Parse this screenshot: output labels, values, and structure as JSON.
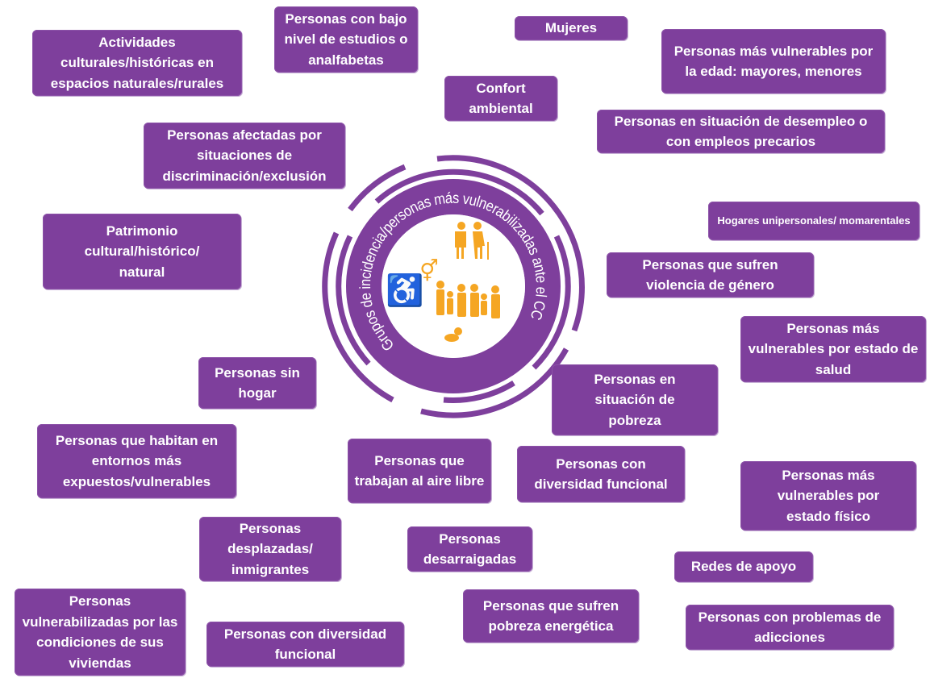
{
  "center": {
    "title": "Grupos de incidencia/personas más vulnerabilizadas ante el CC",
    "icons": [
      "elderly-couple-icon",
      "gender-symbol-icon",
      "wheelchair-icon",
      "family-icon",
      "baby-icon"
    ]
  },
  "colors": {
    "box": "#7e3f9c",
    "ring": "#7e3f9c",
    "icon": "#f5a623"
  },
  "nodes": [
    "Actividades culturales/históricas en espacios naturales/rurales",
    "Personas con bajo nivel de estudios o analfabetas",
    "Mujeres",
    "Personas más vulnerables por la edad: mayores, menores",
    "Confort ambiental",
    "Personas en situación de desempleo o con empleos precarios",
    "Personas afectadas por situaciones de discriminación/exclusión",
    "Hogares unipersonales/ momarentales",
    "Patrimonio cultural/histórico/ natural",
    "Personas que sufren violencia de género",
    "Personas más vulnerables por estado de salud",
    "Personas sin hogar",
    "Personas en situación de pobreza",
    "Personas que habitan en entornos más expuestos/vulnerables",
    "Personas que trabajan al aire libre",
    "Personas con diversidad funcional",
    "Personas más vulnerables por estado físico",
    "Personas desplazadas/ inmigrantes",
    "Personas desarraigadas",
    "Redes de apoyo",
    "Personas vulnerabilizadas por las condiciones de sus viviendas",
    "Personas que sufren pobreza energética",
    "Personas con problemas de adicciones",
    "Personas con diversidad funcional"
  ]
}
